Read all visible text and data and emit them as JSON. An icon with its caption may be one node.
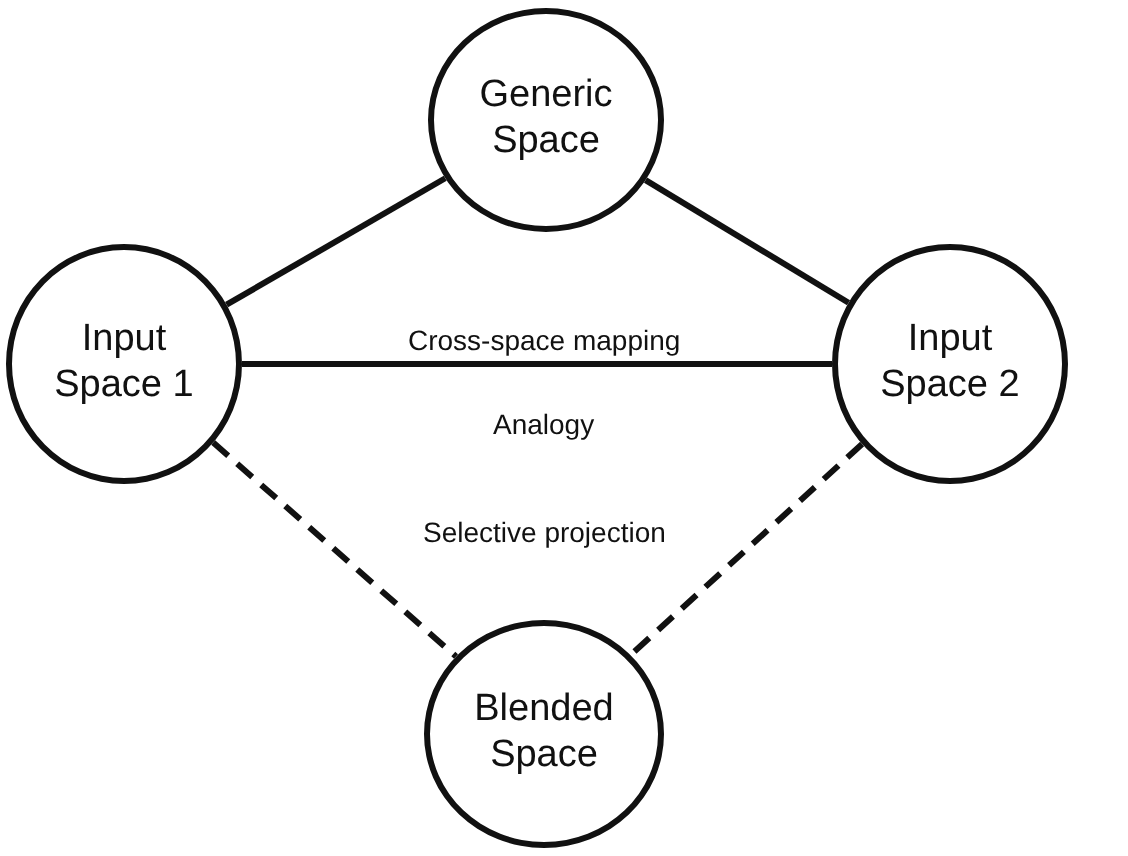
{
  "diagram": {
    "nodes": [
      {
        "text": [
          "Generic Space"
        ]
      },
      {
        "text": [
          "Input Space 1"
        ]
      },
      {
        "text": [
          "Input Space 2"
        ]
      },
      {
        "text": [
          "Blended Space"
        ]
      }
    ],
    "edges": [
      {
        "from": 0,
        "to": 1,
        "arrow": "none"
      },
      {
        "from": 0,
        "to": 2,
        "arrow": "none"
      },
      {
        "from": 1,
        "to": 2,
        "arrow": "none",
        "label": "Cross-space mapping"
      },
      {
        "from": 1,
        "to": 3,
        "arrow": "none",
        "style": "dashed"
      },
      {
        "from": 2,
        "to": 3,
        "arrow": "none",
        "style": "dashed"
      }
    ],
    "labels": [
      "Analogy",
      "Selective projection"
    ]
  }
}
